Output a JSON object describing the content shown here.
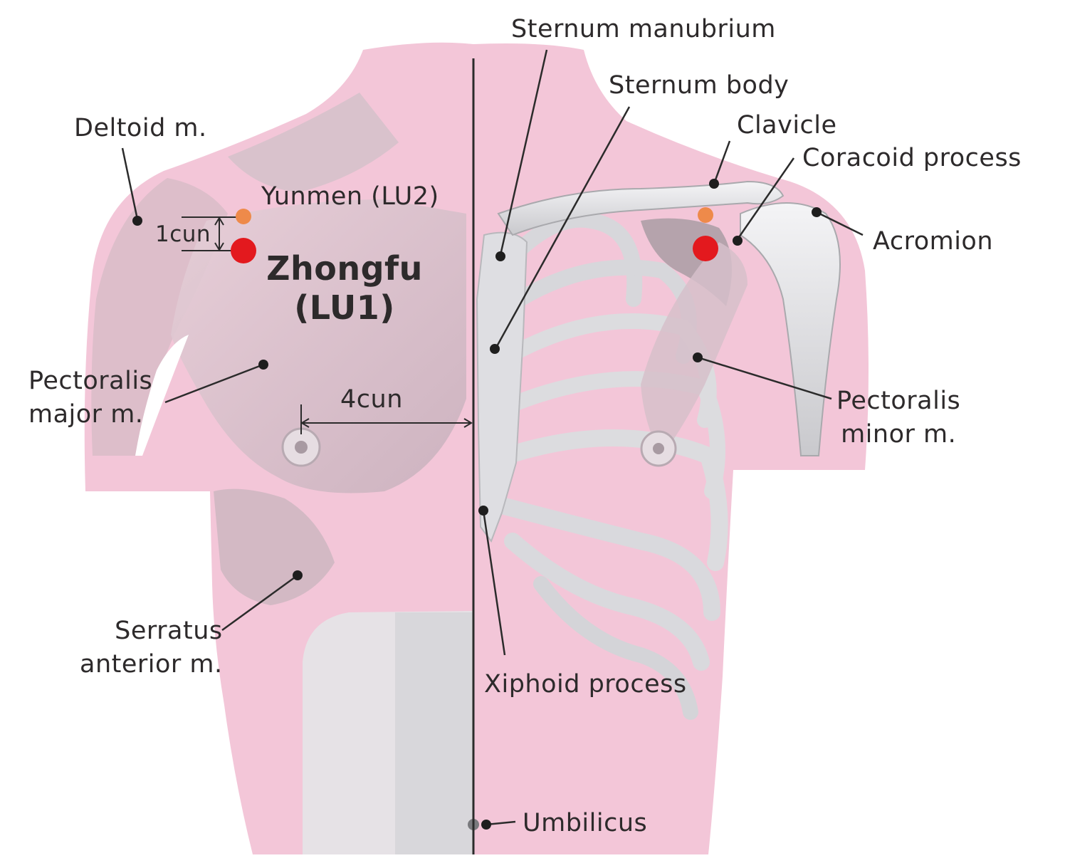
{
  "colors": {
    "skin": "#f3c6d8",
    "skin_light": "#f9dbe6",
    "muscle": "#d9c3cd",
    "bone": "#e8e8ea",
    "bone_shadow": "#a9a9ad",
    "midline": "#2b2b2b",
    "point_main": "#e3191e",
    "point_secondary": "#ee8a4a",
    "text": "#2d2a2b"
  },
  "labels": {
    "sternum_manubrium": "Sternum manubrium",
    "sternum_body": "Sternum body",
    "clavicle": "Clavicle",
    "coracoid_process": "Coracoid process",
    "acromion": "Acromion",
    "deltoid": "Deltoid m.",
    "yunmen": "Yunmen (LU2)",
    "one_cun": "1cun",
    "zhongfu_line1": "Zhongfu",
    "zhongfu_line2": "(LU1)",
    "pectoralis_major_line1": "Pectoralis",
    "pectoralis_major_line2": "major m.",
    "four_cun": "4cun",
    "pectoralis_minor_line1": "Pectoralis",
    "pectoralis_minor_line2": "minor m.",
    "serratus_line1": "Serratus",
    "serratus_line2": "anterior m.",
    "xiphoid": "Xiphoid process",
    "umbilicus": "Umbilicus"
  }
}
